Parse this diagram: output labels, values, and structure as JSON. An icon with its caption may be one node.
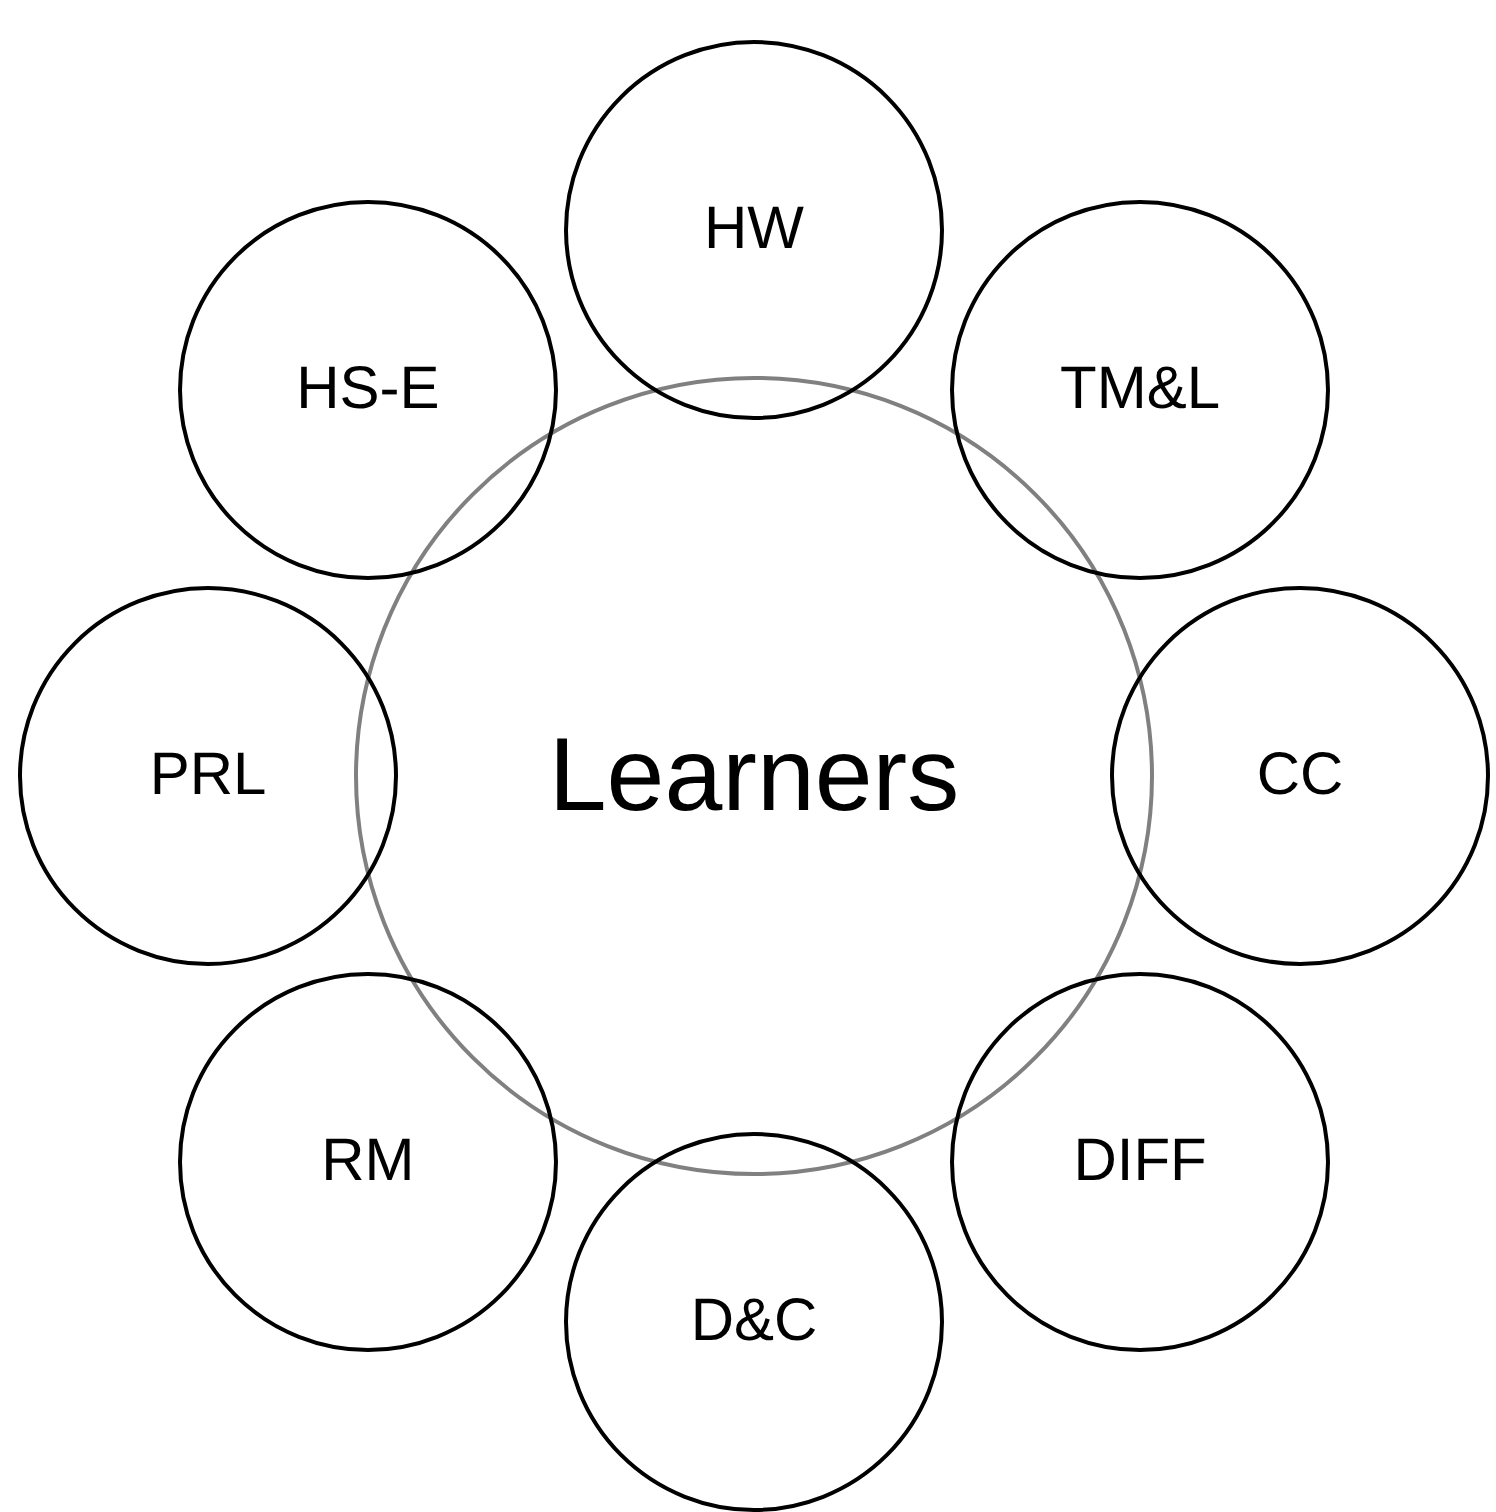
{
  "diagram": {
    "nodes": [
      {
        "text": [
          "Learners"
        ]
      },
      {
        "text": [
          "HW"
        ]
      },
      {
        "text": [
          "TM&L"
        ]
      },
      {
        "text": [
          "CC"
        ]
      },
      {
        "text": [
          "DIFF"
        ]
      },
      {
        "text": [
          "D&C"
        ]
      },
      {
        "text": [
          "RM"
        ]
      },
      {
        "text": [
          "PRL"
        ]
      },
      {
        "text": [
          "HS-E"
        ]
      }
    ]
  }
}
